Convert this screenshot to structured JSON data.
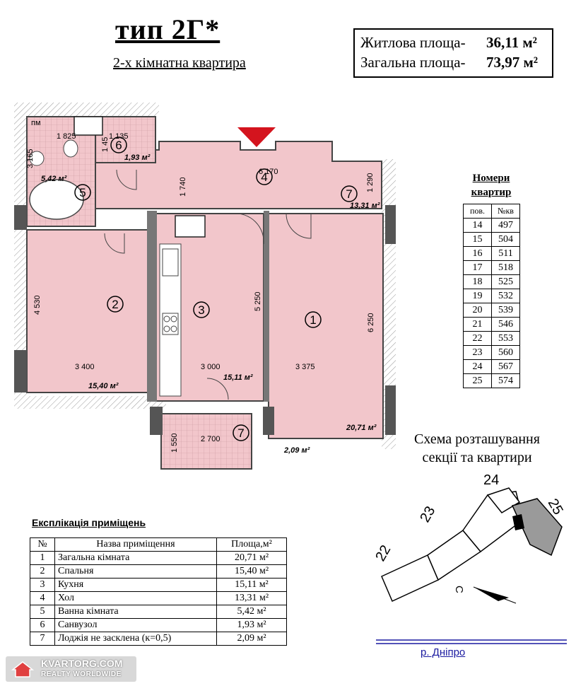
{
  "header": {
    "title": "тип 2Г*",
    "subtitle": "2-х кімнатна квартира"
  },
  "area_box": {
    "living_label": "Житлова площа-",
    "living_value": "36,11 м²",
    "total_label": "Загальна площа-",
    "total_value": "73,97 м²"
  },
  "plan": {
    "rooms": [
      {
        "num": "1",
        "area": "20,71 м²",
        "width": "3 375",
        "length": "6 250"
      },
      {
        "num": "2",
        "area": "15,40 м²",
        "width": "3 400",
        "length": "4 530"
      },
      {
        "num": "3",
        "area": "15,11 м²",
        "width": "3 000",
        "length": "5 250"
      },
      {
        "num": "4",
        "area": "",
        "width": "6 170",
        "length": "1 740"
      },
      {
        "num": "5",
        "area": "5,42 м²",
        "width": "1 825",
        "length": "3 165"
      },
      {
        "num": "6",
        "area": "1,93 м²",
        "width": "1 135",
        "length": "1 45"
      },
      {
        "num": "7",
        "area": "13,31 м²",
        "width": "",
        "length": "1 290"
      },
      {
        "num": "7",
        "area": "2,09 м²",
        "width": "2 700",
        "length": "1 550"
      }
    ],
    "pm_label": "пм"
  },
  "apartments": {
    "title_line1": "Номери",
    "title_line2": "квартир",
    "col_floor": "пов.",
    "col_apt": "№кв",
    "rows": [
      [
        "14",
        "497"
      ],
      [
        "15",
        "504"
      ],
      [
        "16",
        "511"
      ],
      [
        "17",
        "518"
      ],
      [
        "18",
        "525"
      ],
      [
        "19",
        "532"
      ],
      [
        "20",
        "539"
      ],
      [
        "21",
        "546"
      ],
      [
        "22",
        "553"
      ],
      [
        "23",
        "560"
      ],
      [
        "24",
        "567"
      ],
      [
        "25",
        "574"
      ]
    ]
  },
  "scheme": {
    "title_line1": "Схема розташування",
    "title_line2": "секції та квартири",
    "sections": [
      "22",
      "23",
      "24",
      "25"
    ],
    "north": "С",
    "river": "р. Дніпро"
  },
  "explication": {
    "title": "Експлікація приміщень",
    "col_num": "№",
    "col_name": "Назва приміщення",
    "col_area": "Площа,м²",
    "rows": [
      [
        "1",
        "Загальна кімната",
        "20,71 м²"
      ],
      [
        "2",
        "Спальня",
        "15,40 м²"
      ],
      [
        "3",
        "Кухня",
        "15,11 м²"
      ],
      [
        "4",
        "Хол",
        "13,31 м²"
      ],
      [
        "5",
        "Ванна кімната",
        "5,42 м²"
      ],
      [
        "6",
        "Санвузол",
        "1,93 м²"
      ],
      [
        "7",
        "Лоджія не засклена (к=0,5)",
        "2,09 м²"
      ]
    ]
  },
  "watermark": {
    "line1": "KVARTORG.COM",
    "line2": "REALTY WORLDWIDE"
  },
  "colors": {
    "room_fill": "#f2c6cb",
    "wall": "#555555",
    "arrow": "#d4141e",
    "river": "#1a1aa0"
  }
}
